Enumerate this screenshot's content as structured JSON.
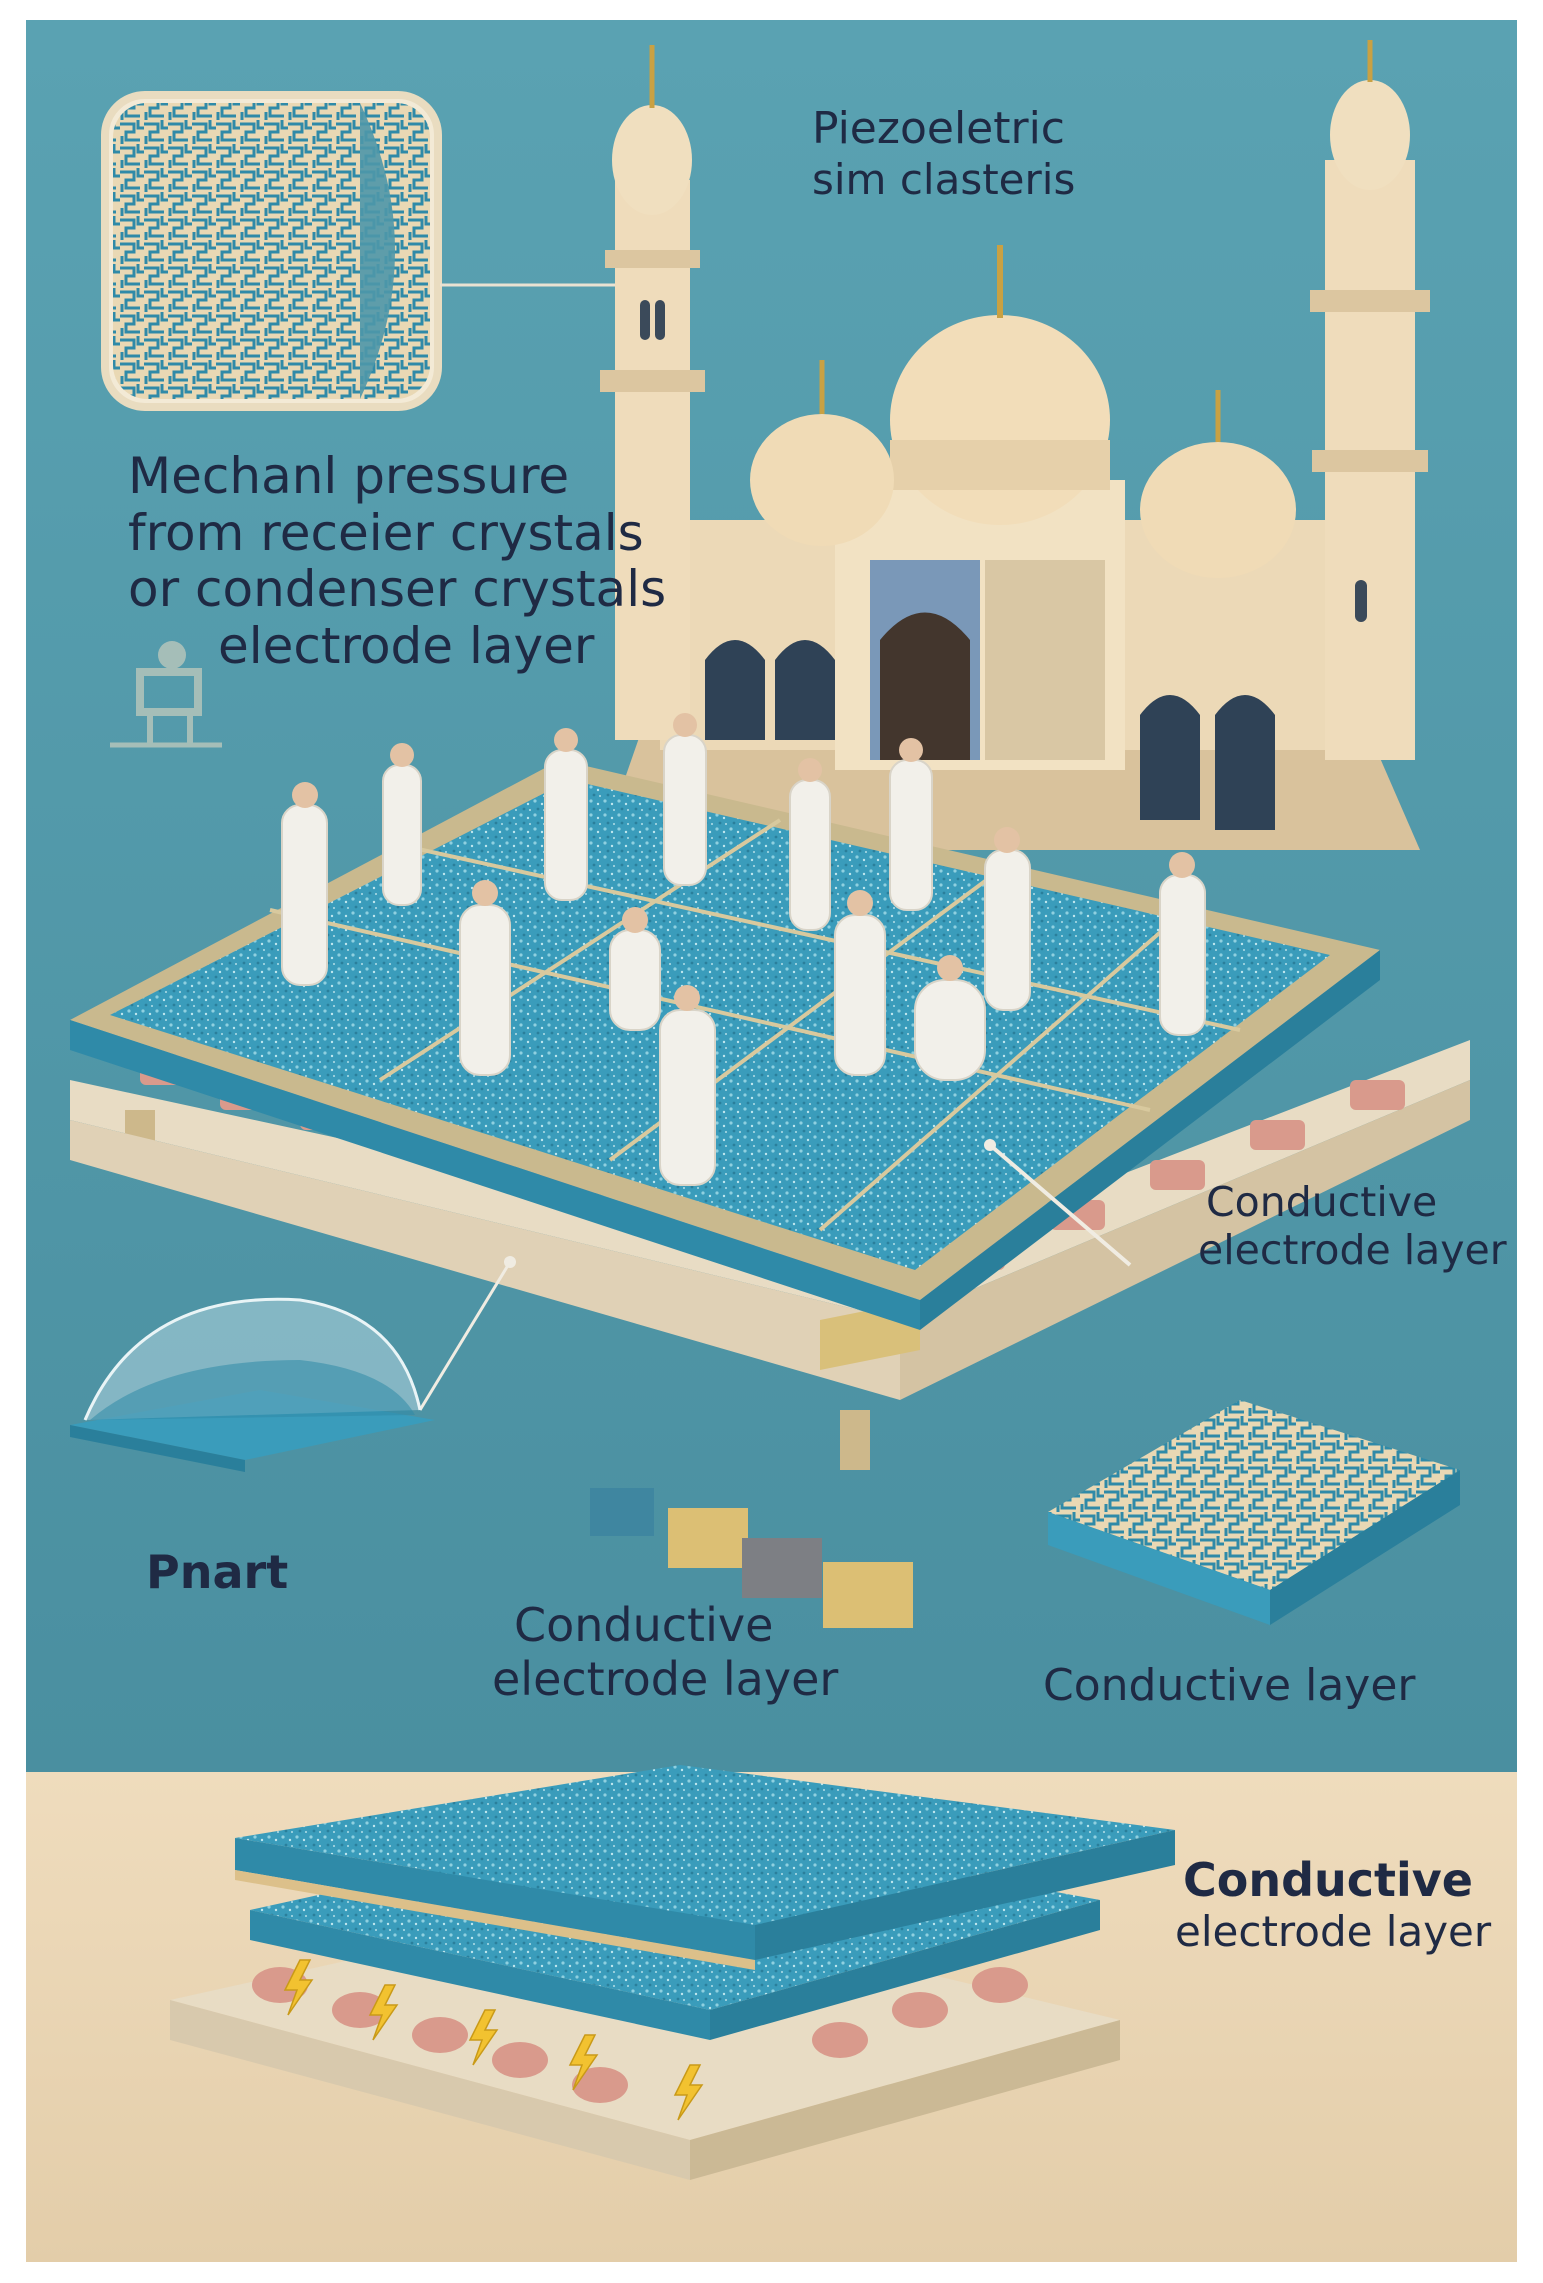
{
  "colors": {
    "background_top": "#4f97a8",
    "background_bottom": "#ead6b6",
    "carpet": "#3a9cbb",
    "carpet_border": "#c9b98e",
    "pad": "#d99a8c",
    "base": "#e8dcc4",
    "sandstone": "#e6d2b0",
    "gold": "#c9a143",
    "label_text": "#1f2a44",
    "bolt": "#f2c230"
  },
  "labels": {
    "title_line1": "Piezoeletric",
    "title_line2": "sim clasteris",
    "mech_line1": "Mechanl pressure",
    "mech_line2": "from receier crystals",
    "mech_line3": "or  condenser crystals",
    "mech_line4": "electrode layer",
    "right_cond_line1": "Conductive",
    "right_cond_line2": "electrode layer",
    "pnart": "Pnart",
    "center_cond_line1": "Conductive",
    "center_cond_line2": "electrode layer",
    "cond_layer": "Conductive layer",
    "bottom_cond_line1": "Conductive",
    "bottom_cond_line2": "electrode layer"
  },
  "icons": {
    "texture_inset": "maze-texture-icon",
    "person_pictogram": "person-icon",
    "sample_blocks": "crystal-blocks-icon",
    "bolts": "lightning-bolt-icon"
  }
}
